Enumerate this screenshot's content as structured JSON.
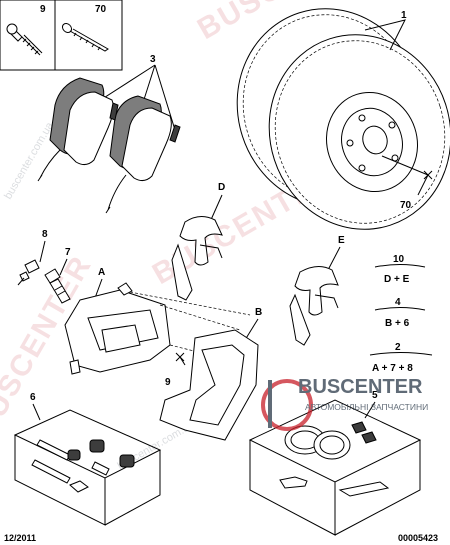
{
  "labels": {
    "screw_9": "9",
    "screw_70": "70",
    "pads_3": "3",
    "discs_1": "1",
    "disc_70": "70",
    "clip_d": "D",
    "clip_e": "E",
    "bolt_8": "8",
    "bolt_7": "7",
    "caliper_a": "A",
    "carrier_b": "B",
    "carrier_9": "9",
    "kit_6": "6",
    "kit_5": "5"
  },
  "legend": [
    {
      "num": "10",
      "formula": "D + E"
    },
    {
      "num": "4",
      "formula": "B + 6"
    },
    {
      "num": "2",
      "formula": "A + 7 + 8"
    }
  ],
  "footer": {
    "date": "12/2011",
    "ref": "00005423"
  },
  "watermark": {
    "brand": "BUSCENTER",
    "subtitle": "АВТОМОБІЛЬНІ ЗАПЧАСТИНИ",
    "site": "buscenter.com.ua"
  }
}
